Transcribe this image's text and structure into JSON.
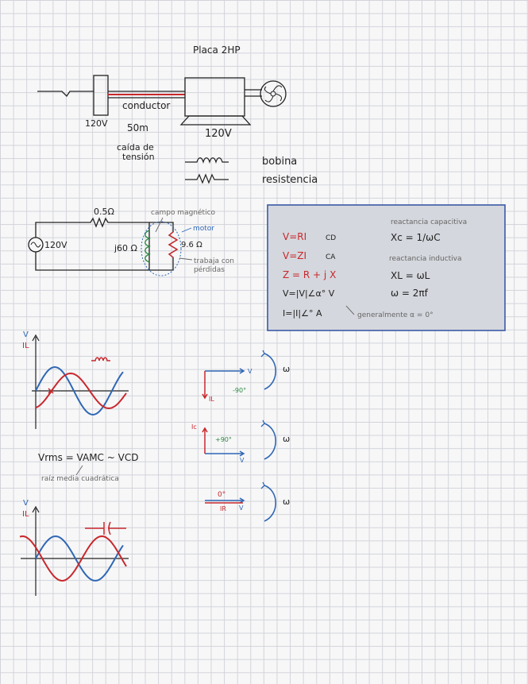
{
  "motor_section": {
    "title": "Placa 2HP",
    "source_voltage": "120V",
    "conductor_label": "conductor",
    "length_label": "50m",
    "motor_voltage": "120V",
    "drop_label_1": "caída de",
    "drop_label_2": "tensión",
    "legend": [
      {
        "symbol": "coil-symbol",
        "label": "bobina"
      },
      {
        "symbol": "resistor-symbol",
        "label": "resistencia"
      }
    ]
  },
  "circuit": {
    "resistor": "0.5Ω",
    "source": "120V",
    "reactance": "j60 Ω",
    "motor_resistor": "9.6 Ω",
    "field_note": "campo magnético",
    "motor_note": "motor",
    "loss_note_1": "trabaja con",
    "loss_note_2": "pérdidas"
  },
  "formula_box": {
    "colors": {
      "box_bg": "#d4d7dd",
      "box_border": "#3b5aa6",
      "red": "#c8282c",
      "blue": "#2f67b4",
      "green": "#2a8a3e"
    },
    "left": [
      {
        "expr": "V=RI",
        "tag": "CD",
        "color": "red"
      },
      {
        "expr": "V=ZI",
        "tag": "CA",
        "color": "red"
      },
      {
        "expr": "Z = R + j X",
        "tag": "",
        "color": "red"
      },
      {
        "expr": "V=|V|∠α° V",
        "tag": "",
        "color": "dark"
      },
      {
        "expr": "I=|I|∠° A",
        "tag": "",
        "color": "dark"
      }
    ],
    "right": [
      {
        "note": "reactancia capacitiva",
        "expr": "Xc = 1/ωC"
      },
      {
        "note": "reactancia inductiva",
        "expr": "XL = ωL"
      },
      {
        "note": "",
        "expr": "ω = 2πf"
      }
    ],
    "bottom_note": "generalmente α = 0°"
  },
  "waves": {
    "inductive": {
      "axis_v": "V",
      "axis_i": "IL",
      "symbol": "coil-symbol"
    },
    "capacitive": {
      "axis_v": "V",
      "axis_i": "IL",
      "symbol": "capacitor-symbol"
    },
    "rms_formula": "Vrms = VAMC ~ VCD",
    "rms_note": "raíz media cuadrática"
  },
  "phasors": [
    {
      "kind": "inductive",
      "v_label": "V",
      "i_label": "IL",
      "angle": "-90°",
      "omega": "ω"
    },
    {
      "kind": "capacitive",
      "v_label": "V",
      "i_label": "Ic",
      "angle": "+90°",
      "omega": "ω"
    },
    {
      "kind": "resistive",
      "v_label": "V",
      "i_label": "IR",
      "angle": "0°",
      "omega": "ω"
    }
  ]
}
